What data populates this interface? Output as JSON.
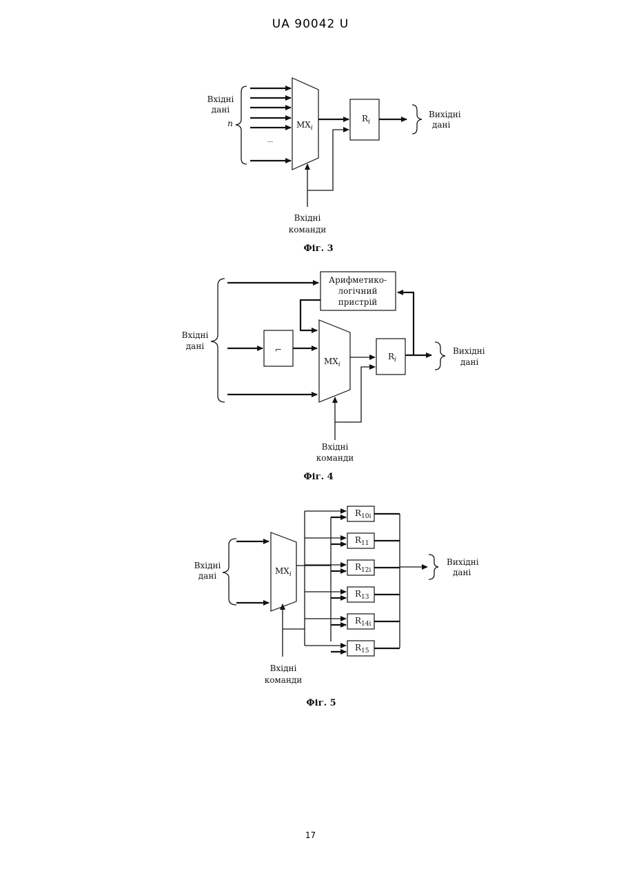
{
  "header": {
    "doc_id": "UA   90042   U"
  },
  "footer": {
    "page_number": "17"
  },
  "fig3": {
    "input_data": [
      "Вхідні",
      "дані"
    ],
    "n_label": "n",
    "ellipsis": "...",
    "mux": "MX",
    "mux_sub": "i",
    "reg": "R",
    "reg_sub": "i",
    "output_data": [
      "Вихідні",
      "дані"
    ],
    "input_commands": [
      "Вхідні",
      "команди"
    ],
    "caption": "Фіг. 3"
  },
  "fig4": {
    "input_data": [
      "Вхідні",
      "дані"
    ],
    "alu": [
      "Арифметико-",
      "логічний",
      "пристрій"
    ],
    "inv_box": "⌐",
    "mux": "MX",
    "mux_sub": "i",
    "reg": "R",
    "reg_sub": "i",
    "output_data": [
      "Вихідні",
      "дані"
    ],
    "input_commands": [
      "Вхідні",
      "команди"
    ],
    "caption": "Фіг. 4"
  },
  "fig5": {
    "input_data": [
      "Вхідні",
      "дані"
    ],
    "mux": "MX",
    "mux_sub": "i",
    "registers": [
      {
        "name": "R",
        "sub": "10i"
      },
      {
        "name": "R",
        "sub": "11"
      },
      {
        "name": "R",
        "sub": "12i"
      },
      {
        "name": "R",
        "sub": "13"
      },
      {
        "name": "R",
        "sub": "14i"
      },
      {
        "name": "R",
        "sub": "15"
      }
    ],
    "output_data": [
      "Вихідні",
      "дані"
    ],
    "input_commands": [
      "Вхідні",
      "команди"
    ],
    "caption": "Фіг. 5"
  }
}
